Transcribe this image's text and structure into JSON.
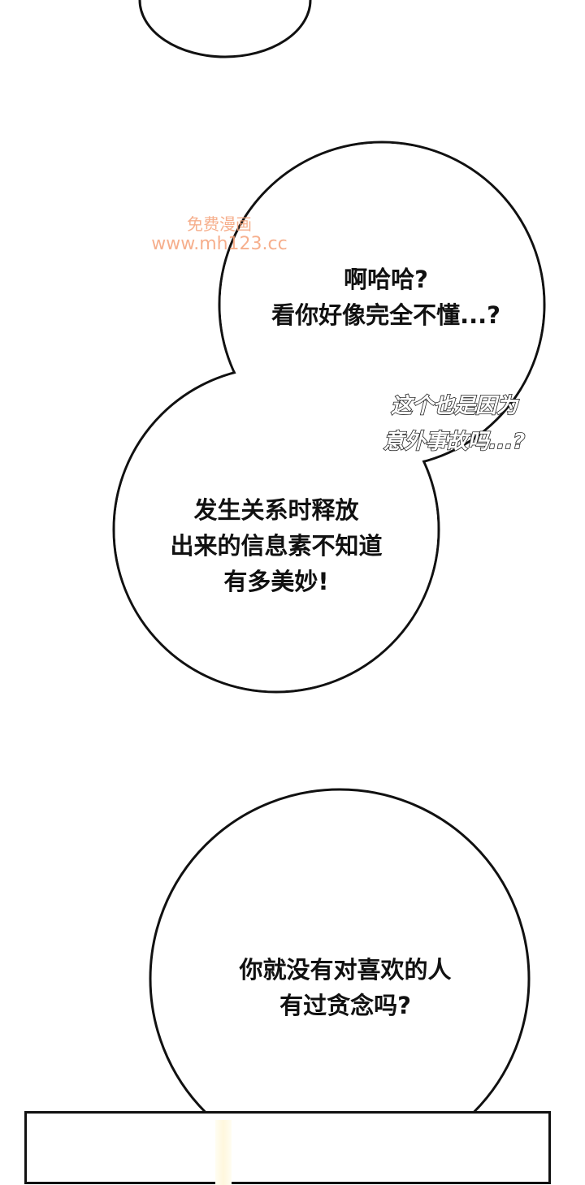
{
  "watermark": {
    "site_name": "免费漫画",
    "url": "www.mh123.cc"
  },
  "bubbles": [
    {
      "lines": [
        "啊哈哈?",
        "看你好像完全不懂...?"
      ]
    },
    {
      "lines": [
        "发生关系时释放",
        "出来的信息素不知道",
        "有多美妙!"
      ]
    },
    {
      "lines": [
        "你就没有对喜欢的人",
        "有过贪念吗?"
      ]
    }
  ],
  "aside": {
    "lines": [
      "这个也是因为",
      "意外事故吗...?"
    ]
  }
}
